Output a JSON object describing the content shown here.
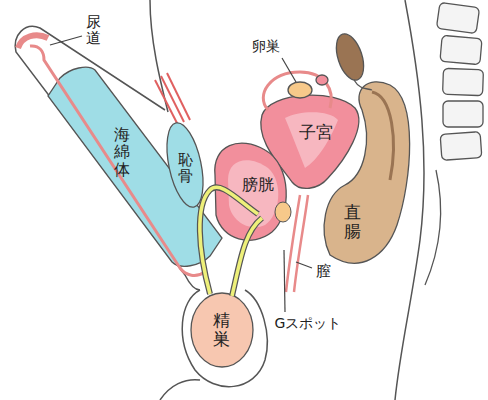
{
  "diagram": {
    "nodes": [
      {
        "text": [
          "海綿体"
        ]
      },
      {
        "text": [
          "恥骨"
        ]
      },
      {
        "text": [
          "子宮"
        ]
      },
      {
        "text": [
          "膀胱"
        ]
      },
      {
        "text": [
          "直腸"
        ]
      },
      {
        "text": [
          "精巣"
        ]
      }
    ],
    "labels": [
      "尿道",
      "卵巣",
      "膣",
      "Gスポット"
    ]
  }
}
